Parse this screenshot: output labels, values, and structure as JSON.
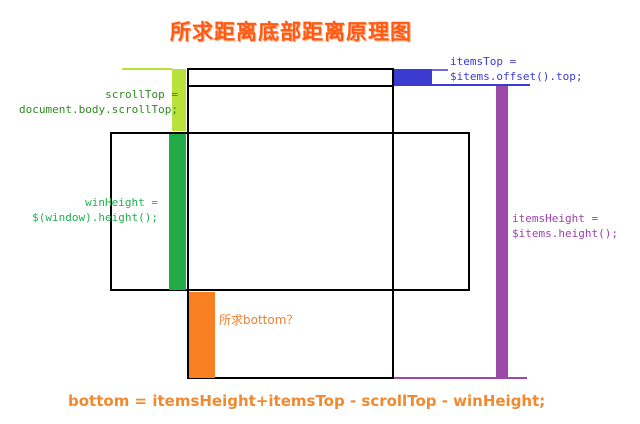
{
  "title": "所求距离底部距离原理图",
  "labels": {
    "scroll_top": "scrollTop =\ndocument.body.scrollTop;",
    "items_top": "itemsTop =\n$items.offset().top;",
    "win_height": "winHeight =\n$(window).height();",
    "items_height": "itemsHeight =\n$items.height();",
    "bottom_question": "所求bottom？"
  },
  "formula": "bottom = itemsHeight+itemsTop - scrollTop - winHeight;",
  "colors": {
    "scroll_top": "#b8e23a",
    "items_top": "#3b3bd0",
    "win_height": "#22ac48",
    "items_height": "#9b4aa8",
    "bottom": "#f98022",
    "title": "#ff5a14",
    "outline": "#000000"
  }
}
